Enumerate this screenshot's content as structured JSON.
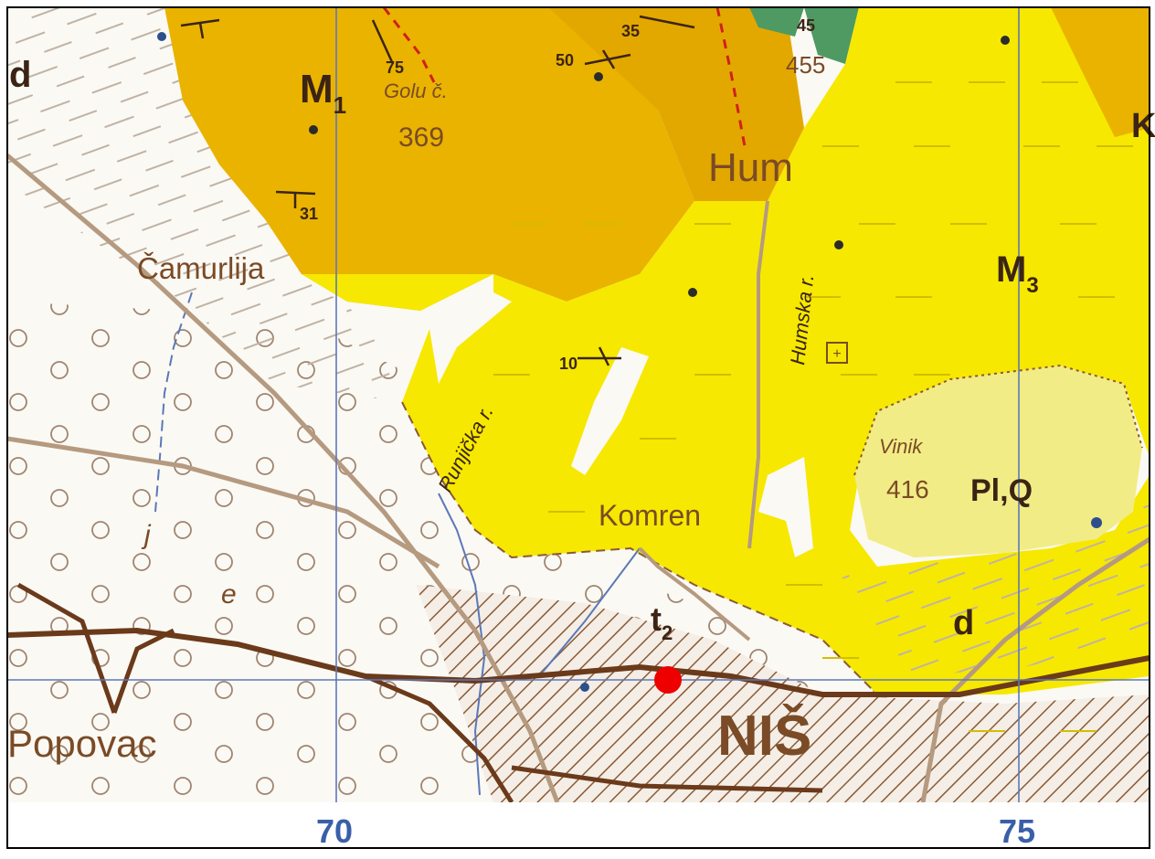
{
  "map": {
    "place_names": {
      "camurlija": "Čamurlija",
      "hum": "Hum",
      "komren": "Komren",
      "nis": "NIŠ",
      "popovac": "Popovac",
      "vinik": "Vinik",
      "golu": "Golu č."
    },
    "rivers": {
      "runjicka": "Runjička r.",
      "humska": "Humska r."
    },
    "geology_units": {
      "m1": "M",
      "m1_sub": "1",
      "m3": "M",
      "m3_sub": "3",
      "plq": "Pl,Q",
      "t2": "t",
      "t2_sub": "2",
      "d_left": "d",
      "d_right": "d",
      "k_edge": "K",
      "j": "j",
      "e": "e"
    },
    "elevations": {
      "e369": "369",
      "e455": "455",
      "e416": "416"
    },
    "dip_values": {
      "d75": "75",
      "d50": "50",
      "d35": "35",
      "d45": "45",
      "d31": "31",
      "d10": "10"
    },
    "grid_labels": {
      "g70": "70",
      "g75": "75"
    },
    "colors": {
      "yellow": "#f6e800",
      "orange": "#e9b300",
      "pale_yellow": "#f2ec86",
      "green": "#4f9a62",
      "brown": "#7a4b26",
      "grid_blue": "#5c78b8",
      "marker_red": "#ee0000"
    },
    "marker": "red-dot-marker"
  }
}
